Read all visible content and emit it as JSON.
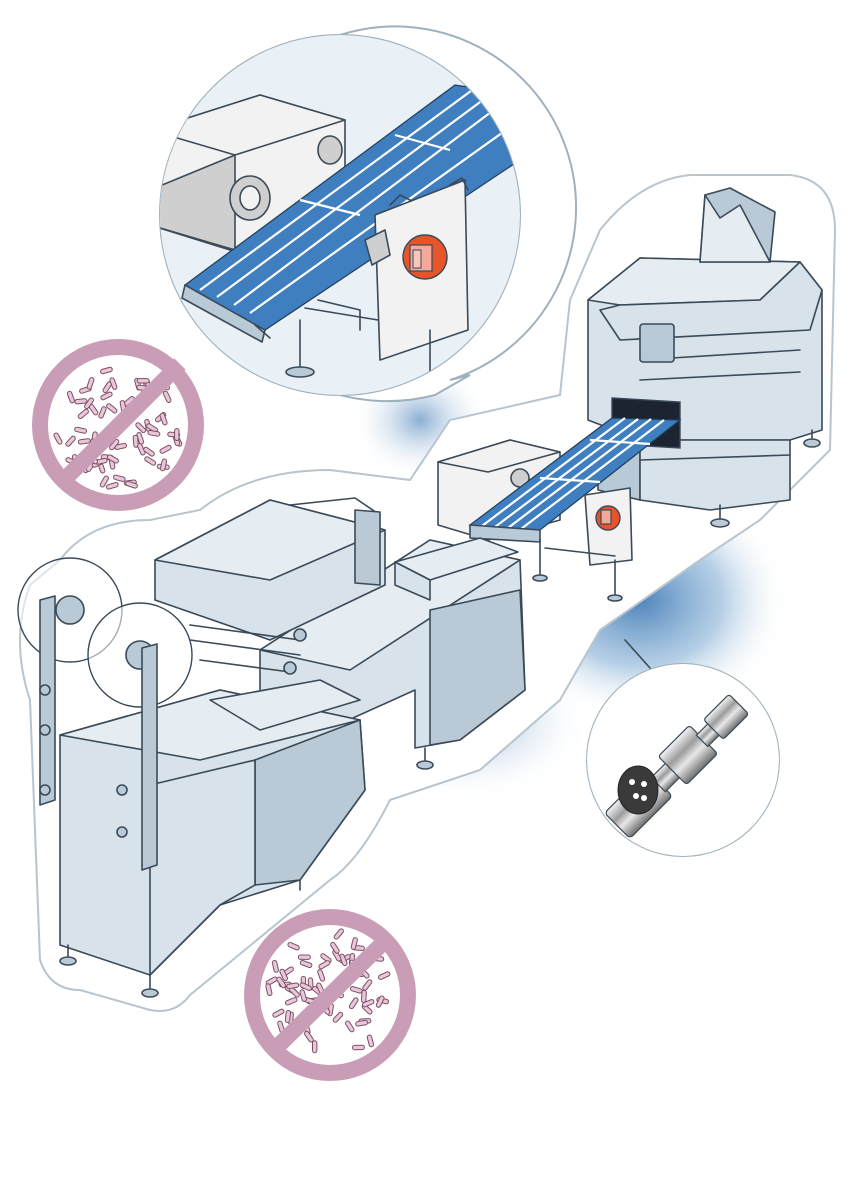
{
  "illustration": {
    "components": [
      "film-wrapping-machine",
      "infeed-conveyor",
      "tunnel-oven",
      "conveyor-detail-callout",
      "roller-shaft-detail-callout",
      "no-bacteria-symbol-upper",
      "no-bacteria-symbol-lower"
    ]
  },
  "colors": {
    "machine_body": "#d7e2ea",
    "machine_outline": "#3a4a58",
    "belt": "#3f7fc0",
    "accent_knob": "#e8542a",
    "no_bacteria_symbol": "#c99db6",
    "glow": "#2f6fb0"
  },
  "icons": {
    "no_bacteria": "no-bacteria-icon",
    "shaft": "roller-shaft-icon"
  }
}
